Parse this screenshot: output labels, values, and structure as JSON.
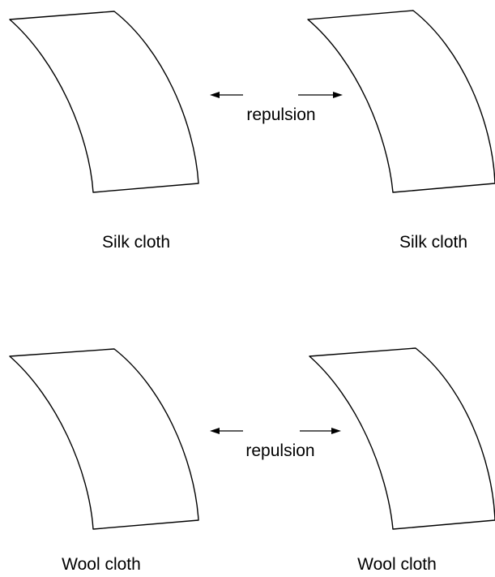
{
  "top_pair": {
    "left_label": "Silk cloth",
    "right_label": "Silk cloth",
    "force_label": "repulsion"
  },
  "bottom_pair": {
    "left_label": "Wool cloth",
    "right_label": "Wool cloth",
    "force_label": "repulsion"
  },
  "colors": {
    "line": "#000000",
    "background": "#ffffff"
  }
}
